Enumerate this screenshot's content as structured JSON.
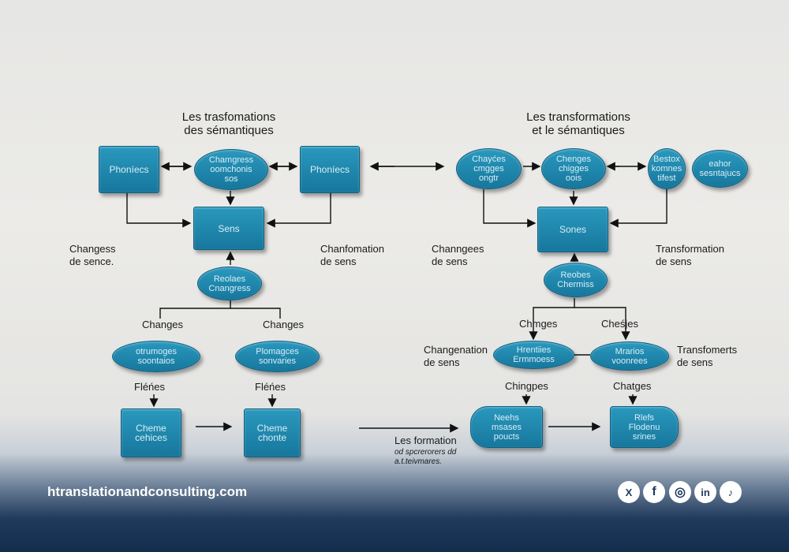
{
  "left": {
    "title": "Les trasfomations\ndes sémantiques",
    "nodes": {
      "phon1": "Phoníecs",
      "chang": "Chamgress\noomchonis\nsos",
      "phon2": "Phoníecs",
      "sens": "Sens",
      "reol": "Reolaes\nCnangress",
      "oc": "otrumoges\nsoontaios",
      "plo": "Plomagces\nsonvaries",
      "ch1": "Cheme\ncehices",
      "ch2": "Cheme\nchonte"
    },
    "labels": {
      "changess": "Changess\nde sence.",
      "chanfo": "Chanfomation\nde sens",
      "changes1": "Changes",
      "changes2": "Changes",
      "fl1": "Fléńes",
      "fl2": "Fléńes"
    }
  },
  "right": {
    "title": "Les transformations\net le sémantiques",
    "nodes": {
      "e1": "Chayćes\ncmgges\nongtr",
      "e2": "Chenges\nchigges\noois",
      "e3": "Bestox\nkomnes\ntifest",
      "e4": "eahor\nsesntajucs",
      "sones": "Sones",
      "reobes": "Reobes\nChermiss",
      "hrent": "Hrentiies\nErmmoess",
      "mrar": "Mrarios\nvoonrees",
      "nes": "Neehs\nmsases\npoucts",
      "rlef": "Rlefs\nFlodenu\nsrines"
    },
    "labels": {
      "changgees": "Channgees\nde sens",
      "transfo": "Transformation\nde sens",
      "chmges": "Chmges",
      "chesjes": "Cheśjes",
      "changenation": "Changenation\nde sens",
      "transfomerts": "Transfomerts\nde sens",
      "chingpes": "Chingpes",
      "chatges": "Chatges",
      "formation": "Les formation",
      "formation_sub": "od spcrerorers dd\na.t.teivmares."
    }
  },
  "footer": {
    "site": "htranslationandconsulting.com",
    "social": [
      {
        "icon": "x-icon",
        "glyph": "X"
      },
      {
        "icon": "facebook-icon",
        "glyph": "f"
      },
      {
        "icon": "instagram-icon",
        "glyph": "◎"
      },
      {
        "icon": "linkedin-icon",
        "glyph": "in"
      },
      {
        "icon": "tiktok-icon",
        "glyph": "♪"
      }
    ]
  },
  "colors": {
    "node": "#1f86ad",
    "footer": "#1f3a5c"
  }
}
